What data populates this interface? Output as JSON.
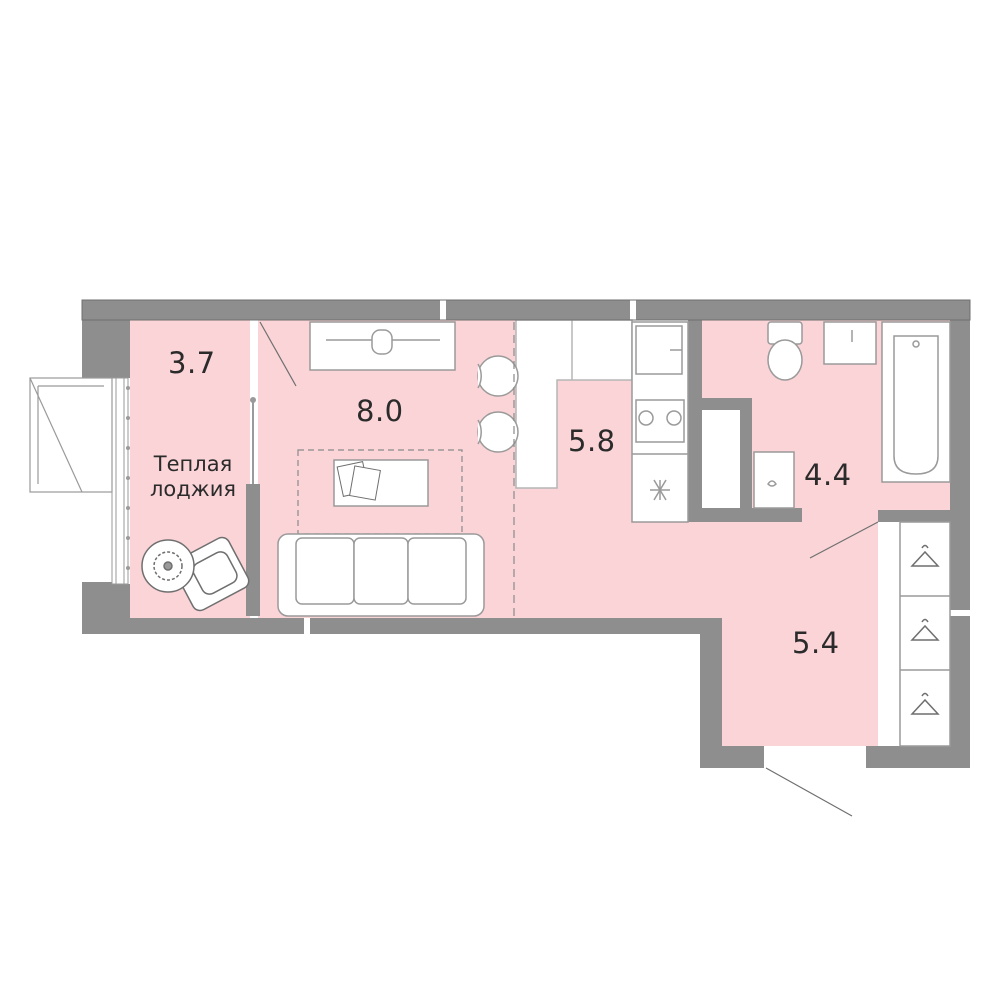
{
  "colors": {
    "wall": "#8e8e8e",
    "floor": "#fad4d7",
    "fixture_stroke": "#9a9a9a",
    "fixture_fill": "#ffffff",
    "text": "#2b2b2b"
  },
  "rooms": {
    "loggia": {
      "area": "3.7",
      "note_line1": "Теплая",
      "note_line2": "лоджия"
    },
    "living": {
      "area": "8.0"
    },
    "kitchen": {
      "area": "5.8"
    },
    "bathroom": {
      "area": "4.4"
    },
    "hallway": {
      "area": "5.4"
    }
  }
}
